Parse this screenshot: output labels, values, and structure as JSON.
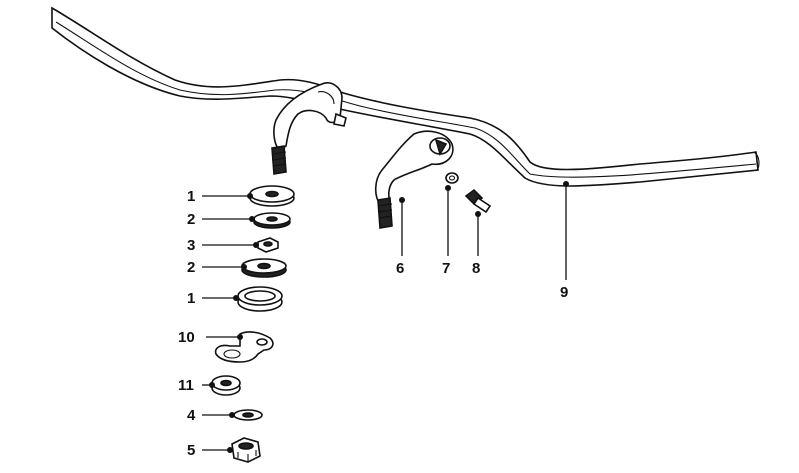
{
  "callouts": [
    {
      "id": "c1a",
      "label": "1"
    },
    {
      "id": "c2a",
      "label": "2"
    },
    {
      "id": "c3",
      "label": "3"
    },
    {
      "id": "c2b",
      "label": "2"
    },
    {
      "id": "c1b",
      "label": "1"
    },
    {
      "id": "c10",
      "label": "10"
    },
    {
      "id": "c11",
      "label": "11"
    },
    {
      "id": "c4",
      "label": "4"
    },
    {
      "id": "c5",
      "label": "5"
    },
    {
      "id": "c6",
      "label": "6"
    },
    {
      "id": "c7",
      "label": "7"
    },
    {
      "id": "c8",
      "label": "8"
    },
    {
      "id": "c9",
      "label": "9"
    }
  ]
}
